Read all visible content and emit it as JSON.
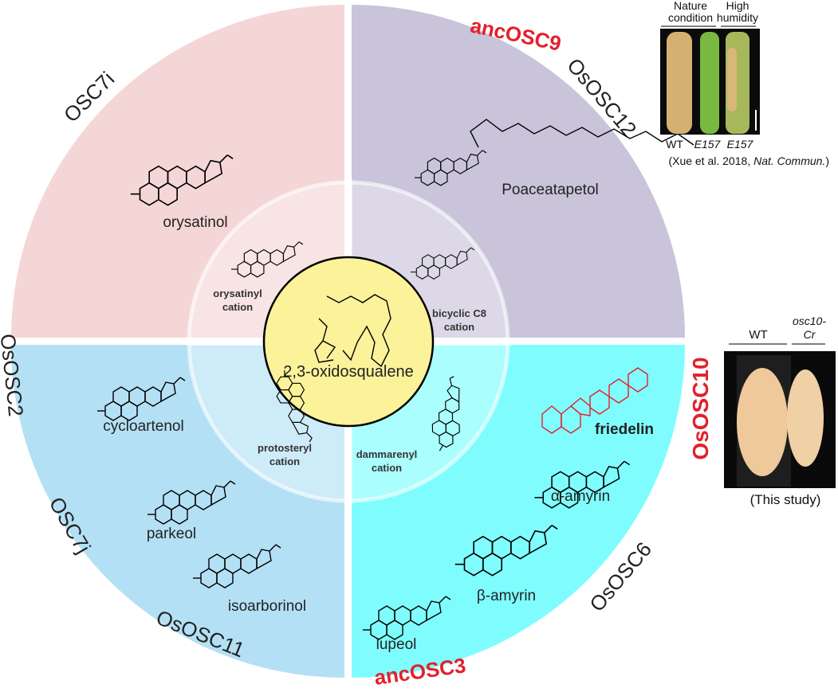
{
  "colors": {
    "q_tl": "#f5d6d6",
    "q_tr": "#c9c4da",
    "q_bl": "#b4e0f5",
    "q_br": "#7ffdfe",
    "center": "#fbf29a",
    "accent_red": "#e3202a"
  },
  "center": {
    "label": "2,3-oxidosqualene"
  },
  "enzymes": {
    "osc7i": "OSC7i",
    "ancosc9": "ancOSC9",
    "ososc12": "OsOSC12",
    "ososc2": "OsOSC2",
    "osc7j": "OSC7j",
    "ososc11": "OsOSC11",
    "ancosc3": "ancOSC3",
    "ososc6": "OsOSC6",
    "ososc10": "OsOSC10"
  },
  "cations": {
    "orysatinyl": [
      "orysatinyl",
      "cation"
    ],
    "bicyclic": [
      "bicyclic C8",
      "cation"
    ],
    "protosteryl": [
      "protosteryl",
      "cation"
    ],
    "dammarenyl": [
      "dammarenyl",
      "cation"
    ]
  },
  "products": {
    "orysatinol": "orysatinol",
    "poaceatapetol": "Poaceatapetol",
    "cycloartenol": "cycloartenol",
    "parkeol": "parkeol",
    "isoarborinol": "isoarborinol",
    "friedelin": "friedelin",
    "alpha_amyrin": "α-amyrin",
    "beta_amyrin": "β-amyrin",
    "lupeol": "lupeol"
  },
  "photo_top": {
    "header_1": [
      "Nature",
      "condition"
    ],
    "header_2": [
      "High",
      "humidity"
    ],
    "lanes": [
      "WT",
      "E157",
      "E157"
    ],
    "citation_pre": "(Xue et al. 2018, ",
    "citation_journal": "Nat. Commun.",
    "citation_post": ")"
  },
  "photo_right": {
    "header_1": "WT",
    "header_2": [
      "osc10-",
      "Cr"
    ],
    "caption": "(This study)"
  }
}
